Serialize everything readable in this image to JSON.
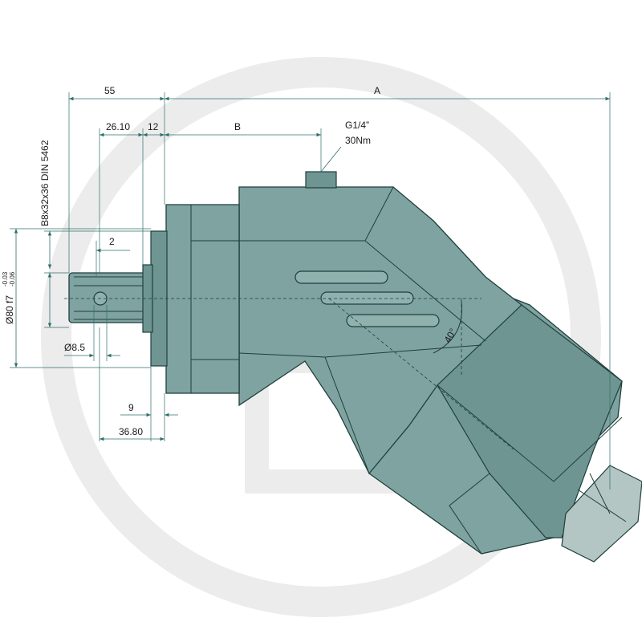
{
  "dimensions": {
    "top_55": "55",
    "top_a": "A",
    "d_26_10": "26.10",
    "d_12": "12",
    "d_b": "B",
    "port_thread": "G1/4”",
    "port_torque": "30Nm",
    "spline_spec": "B8x32x36 DIN 5462",
    "d_2": "2",
    "shaft_dia": "Ø80 f7",
    "tol_upper": "-0.03",
    "tol_lower": "-0.06",
    "hole_dia": "Ø8.5",
    "d_9": "9",
    "d_36_80": "36.80",
    "angle": "40°"
  },
  "colors": {
    "body": "#7fa3a0",
    "dimension_line": "#2f6f6a",
    "watermark": "#eaeaea"
  }
}
